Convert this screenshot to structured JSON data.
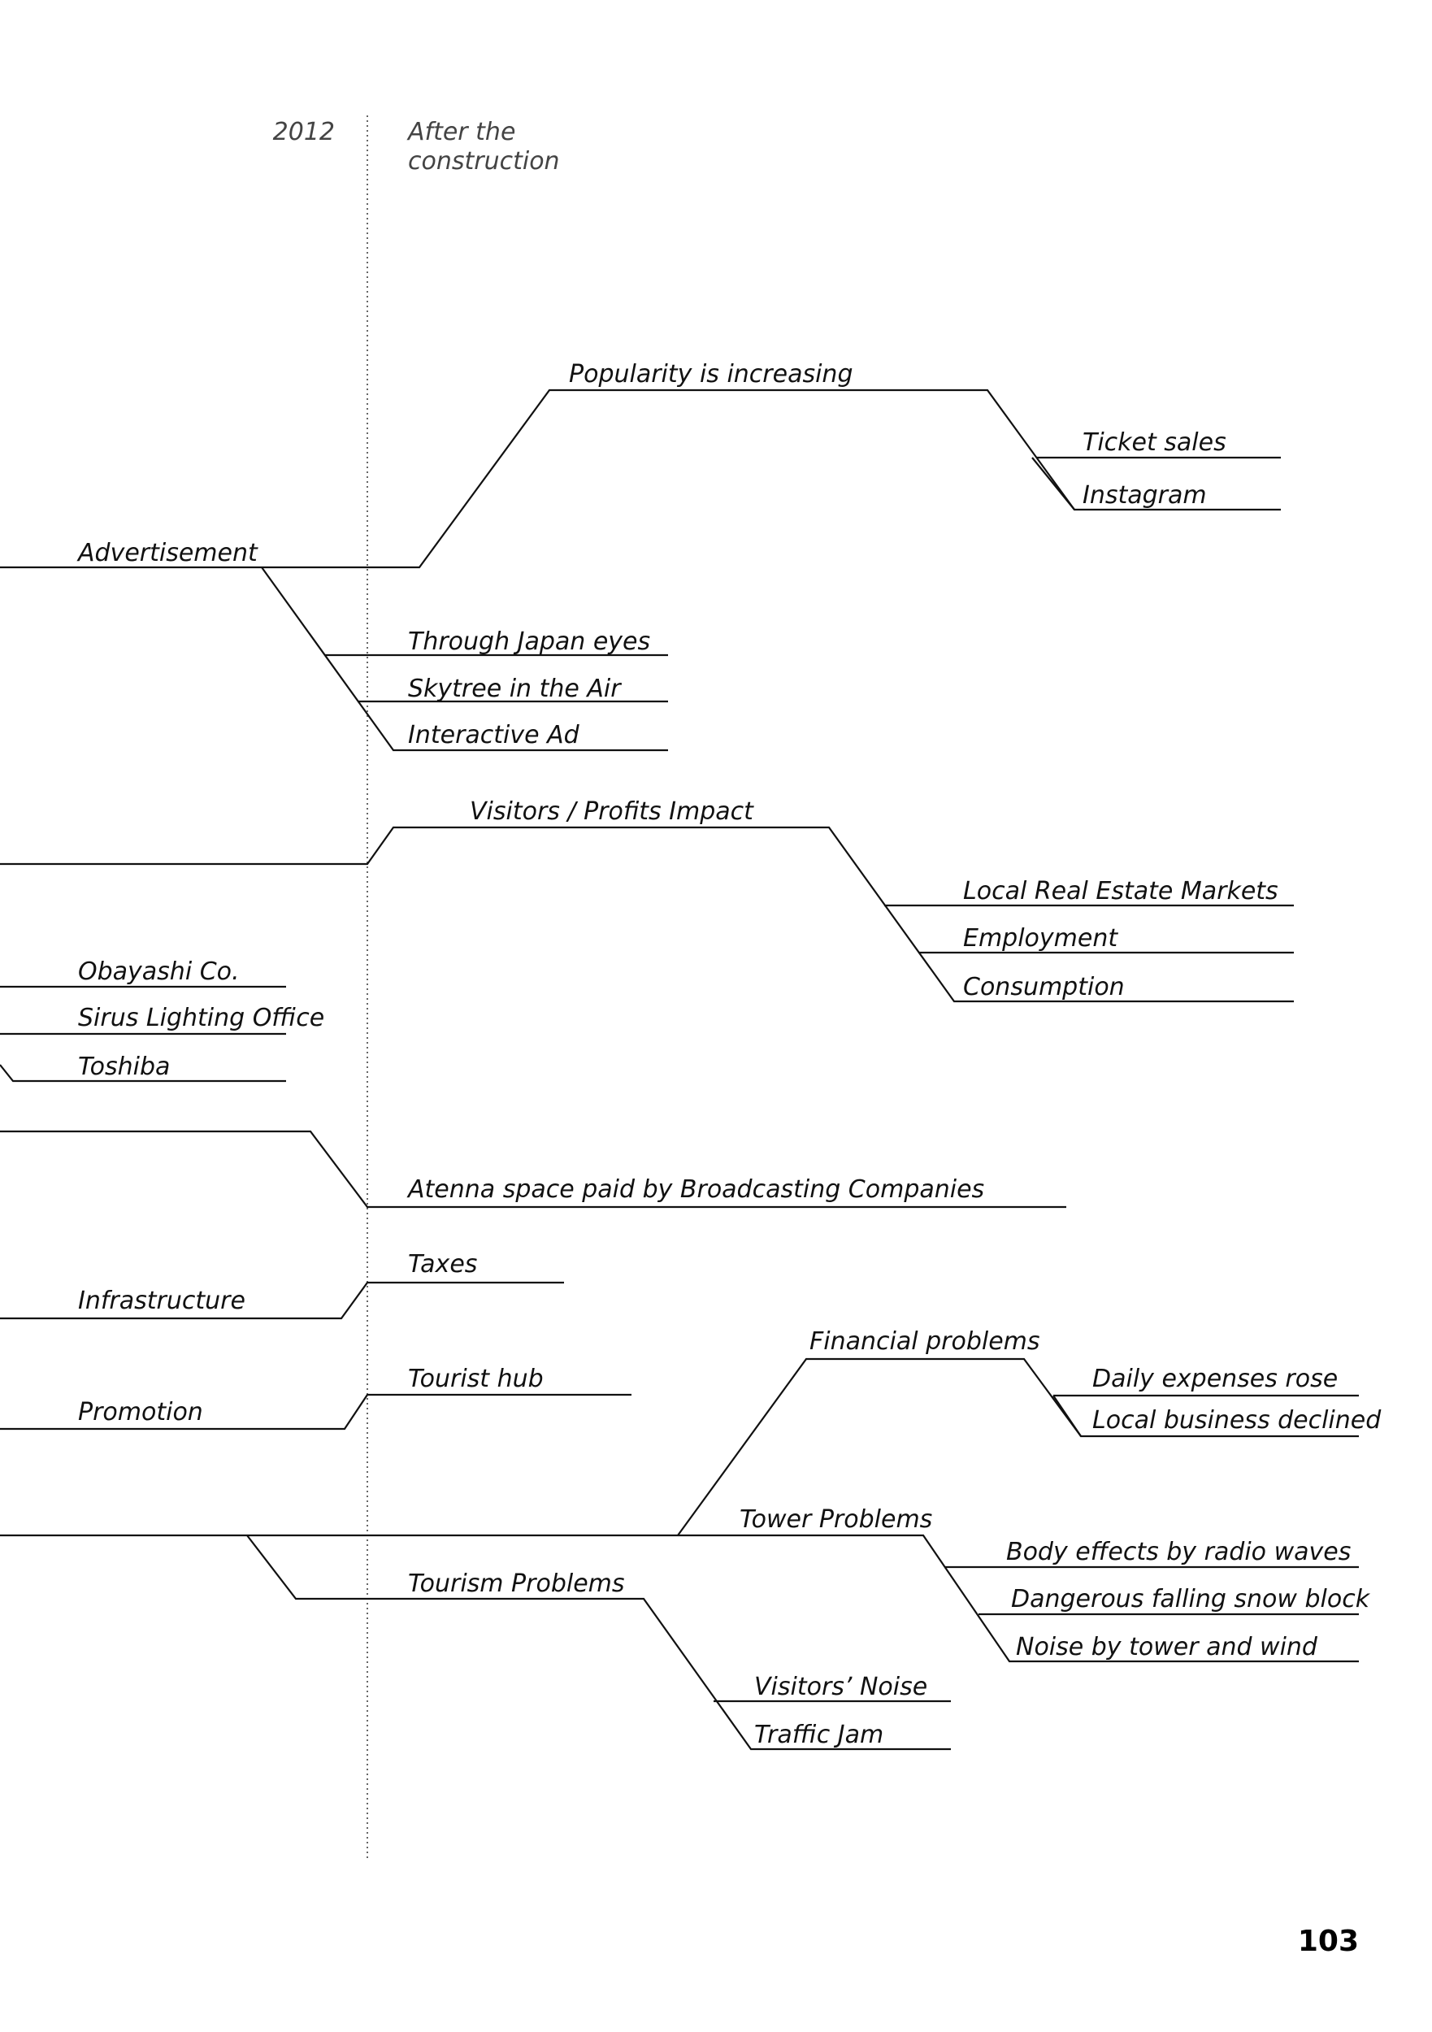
{
  "header": {
    "year": "2012",
    "phase_line1": "After the",
    "phase_line2": "construction"
  },
  "labels": {
    "popularity": "Popularity is increasing",
    "ticket_sales": "Ticket sales",
    "instagram": "Instagram",
    "advertisement": "Advertisement",
    "through_japan_eyes": "Through Japan eyes",
    "skytree_in_the_air": "Skytree in the Air",
    "interactive_ad": "Interactive Ad",
    "visitors_profits": "Visitors / Profits Impact",
    "local_real_estate": "Local Real Estate Markets",
    "employment": "Employment",
    "consumption": "Consumption",
    "obayashi": "Obayashi Co.",
    "sirus": "Sirus Lighting Office",
    "toshiba": "Toshiba",
    "antenna": "Atenna space paid by Broadcasting Companies",
    "taxes": "Taxes",
    "infrastructure": "Infrastructure",
    "financial_problems": "Financial problems",
    "daily_expenses": "Daily expenses rose",
    "local_business": "Local business declined",
    "tourist_hub": "Tourist hub",
    "promotion": "Promotion",
    "tower_problems": "Tower Problems",
    "body_effects": "Body effects by radio waves",
    "falling_snow": "Dangerous falling snow block",
    "noise_tower": "Noise by tower and wind",
    "tourism_problems": "Tourism Problems",
    "visitors_noise": "Visitors’ Noise",
    "traffic_jam": "Traffic Jam"
  },
  "page_number": "103"
}
